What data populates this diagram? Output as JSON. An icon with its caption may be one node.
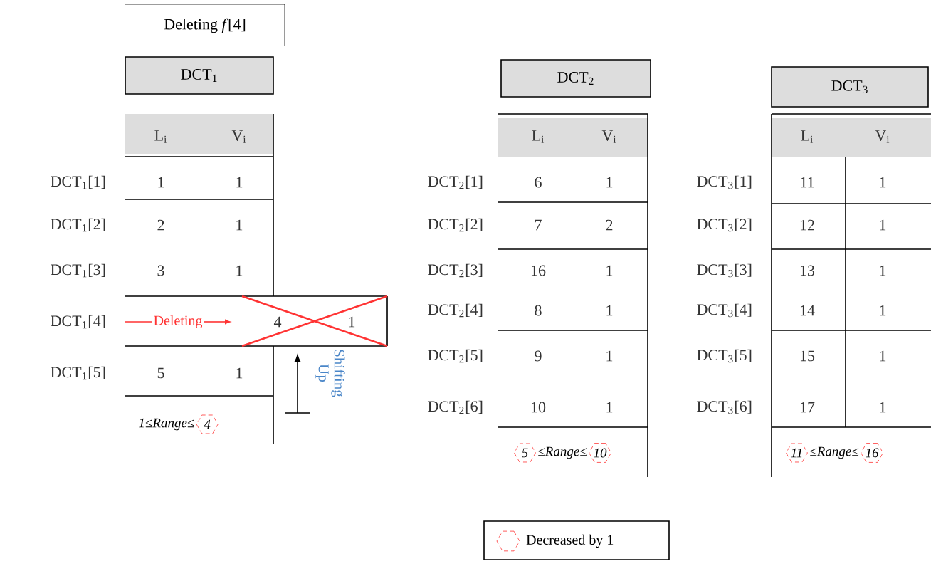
{
  "diagram": {
    "title": "Deleting *f*[4]",
    "nodes": [
      {
        "text": [
          "DCT$_{1}$"
        ]
      },
      {
        "text": [
          "DCT$_{2}$"
        ]
      },
      {
        "text": [
          "DCT$_{3}$"
        ]
      }
    ],
    "labels": [
      "L$_{i}$",
      "V$_{i}$",
      "DCT$_{1}$[1]",
      "1",
      "1",
      "DCT$_{1}$[2]",
      "2",
      "1",
      "DCT$_{1}$[3]",
      "3",
      "1",
      "DCT$_{1}$[4]",
      "Deleting",
      "4",
      "1",
      "DCT$_{1}$[5]",
      "5",
      "1",
      "Shifting Up",
      "1≤Range≤",
      "4",
      "L$_{i}$",
      "V$_{i}$",
      "DCT$_{2}$[1]",
      "6",
      "1",
      "DCT$_{2}$[2]",
      "7",
      "2",
      "DCT$_{2}$[3]",
      "16",
      "1",
      "DCT$_{2}$[4]",
      "8",
      "1",
      "DCT$_{2}$[5]",
      "9",
      "1",
      "DCT$_{2}$[6]",
      "10",
      "1",
      "5",
      "≤Range≤",
      "10",
      "L$_{i}$",
      "V$_{i}$",
      "DCT$_{3}$[1]",
      "11",
      "1",
      "DCT$_{3}$[2]",
      "12",
      "1",
      "DCT$_{3}$[3]",
      "13",
      "1",
      "DCT$_{3}$[4]",
      "14",
      "1",
      "DCT$_{3}$[5]",
      "15",
      "1",
      "DCT$_{3}$[6]",
      "17",
      "1",
      "11",
      "≤Range≤",
      "16"
    ],
    "legend": [
      {
        "text": "Decreased by 1"
      }
    ]
  }
}
